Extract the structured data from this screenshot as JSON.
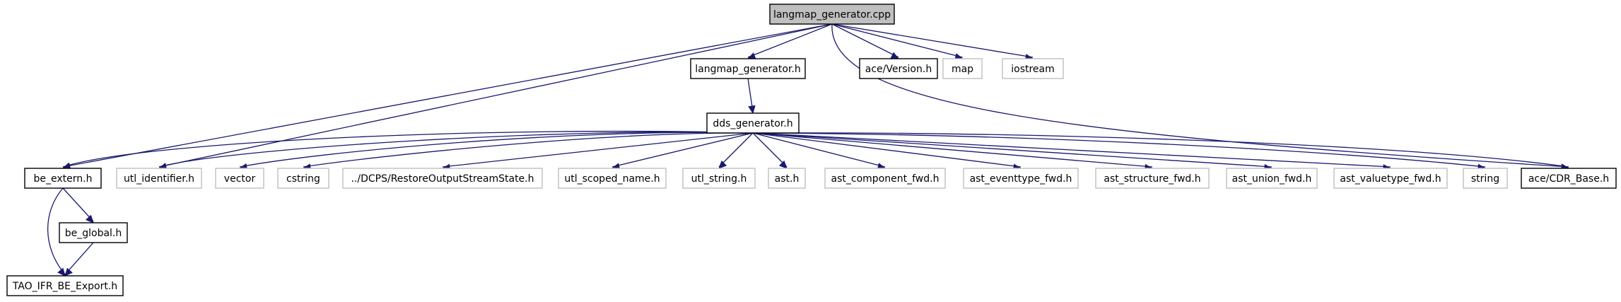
{
  "graph": {
    "nodes": [
      {
        "id": "root",
        "label": "langmap_generator.cpp",
        "kind": "root"
      },
      {
        "id": "langmap_h",
        "label": "langmap_generator.h",
        "kind": "documented"
      },
      {
        "id": "version_h",
        "label": "ace/Version.h",
        "kind": "documented"
      },
      {
        "id": "map",
        "label": "map",
        "kind": "external"
      },
      {
        "id": "iostream",
        "label": "iostream",
        "kind": "external"
      },
      {
        "id": "dds_gen",
        "label": "dds_generator.h",
        "kind": "documented"
      },
      {
        "id": "be_extern",
        "label": "be_extern.h",
        "kind": "documented"
      },
      {
        "id": "utl_identifier",
        "label": "utl_identifier.h",
        "kind": "external"
      },
      {
        "id": "vector",
        "label": "vector",
        "kind": "external"
      },
      {
        "id": "cstring",
        "label": "cstring",
        "kind": "external"
      },
      {
        "id": "restore",
        "label": "../DCPS/RestoreOutputStreamState.h",
        "kind": "external"
      },
      {
        "id": "utl_scoped",
        "label": "utl_scoped_name.h",
        "kind": "external"
      },
      {
        "id": "utl_string",
        "label": "utl_string.h",
        "kind": "external"
      },
      {
        "id": "ast_h",
        "label": "ast.h",
        "kind": "external"
      },
      {
        "id": "ast_component",
        "label": "ast_component_fwd.h",
        "kind": "external"
      },
      {
        "id": "ast_eventtype",
        "label": "ast_eventtype_fwd.h",
        "kind": "external"
      },
      {
        "id": "ast_structure",
        "label": "ast_structure_fwd.h",
        "kind": "external"
      },
      {
        "id": "ast_union",
        "label": "ast_union_fwd.h",
        "kind": "external"
      },
      {
        "id": "ast_valuetype",
        "label": "ast_valuetype_fwd.h",
        "kind": "external"
      },
      {
        "id": "string",
        "label": "string",
        "kind": "external"
      },
      {
        "id": "cdr_base",
        "label": "ace/CDR_Base.h",
        "kind": "documented"
      },
      {
        "id": "be_global",
        "label": "be_global.h",
        "kind": "documented"
      },
      {
        "id": "tao_ifr",
        "label": "TAO_IFR_BE_Export.h",
        "kind": "documented"
      }
    ],
    "edges": [
      {
        "from": "root",
        "to": "be_extern"
      },
      {
        "from": "root",
        "to": "utl_identifier"
      },
      {
        "from": "root",
        "to": "langmap_h"
      },
      {
        "from": "root",
        "to": "version_h"
      },
      {
        "from": "root",
        "to": "map"
      },
      {
        "from": "root",
        "to": "iostream"
      },
      {
        "from": "root",
        "to": "cdr_base"
      },
      {
        "from": "langmap_h",
        "to": "dds_gen"
      },
      {
        "from": "dds_gen",
        "to": "be_extern"
      },
      {
        "from": "dds_gen",
        "to": "utl_identifier"
      },
      {
        "from": "dds_gen",
        "to": "vector"
      },
      {
        "from": "dds_gen",
        "to": "cstring"
      },
      {
        "from": "dds_gen",
        "to": "restore"
      },
      {
        "from": "dds_gen",
        "to": "utl_scoped"
      },
      {
        "from": "dds_gen",
        "to": "utl_string"
      },
      {
        "from": "dds_gen",
        "to": "ast_h"
      },
      {
        "from": "dds_gen",
        "to": "ast_component"
      },
      {
        "from": "dds_gen",
        "to": "ast_eventtype"
      },
      {
        "from": "dds_gen",
        "to": "ast_structure"
      },
      {
        "from": "dds_gen",
        "to": "ast_union"
      },
      {
        "from": "dds_gen",
        "to": "ast_valuetype"
      },
      {
        "from": "dds_gen",
        "to": "string"
      },
      {
        "from": "dds_gen",
        "to": "cdr_base"
      },
      {
        "from": "be_extern",
        "to": "be_global"
      },
      {
        "from": "be_extern",
        "to": "tao_ifr"
      },
      {
        "from": "be_global",
        "to": "tao_ifr"
      }
    ]
  }
}
